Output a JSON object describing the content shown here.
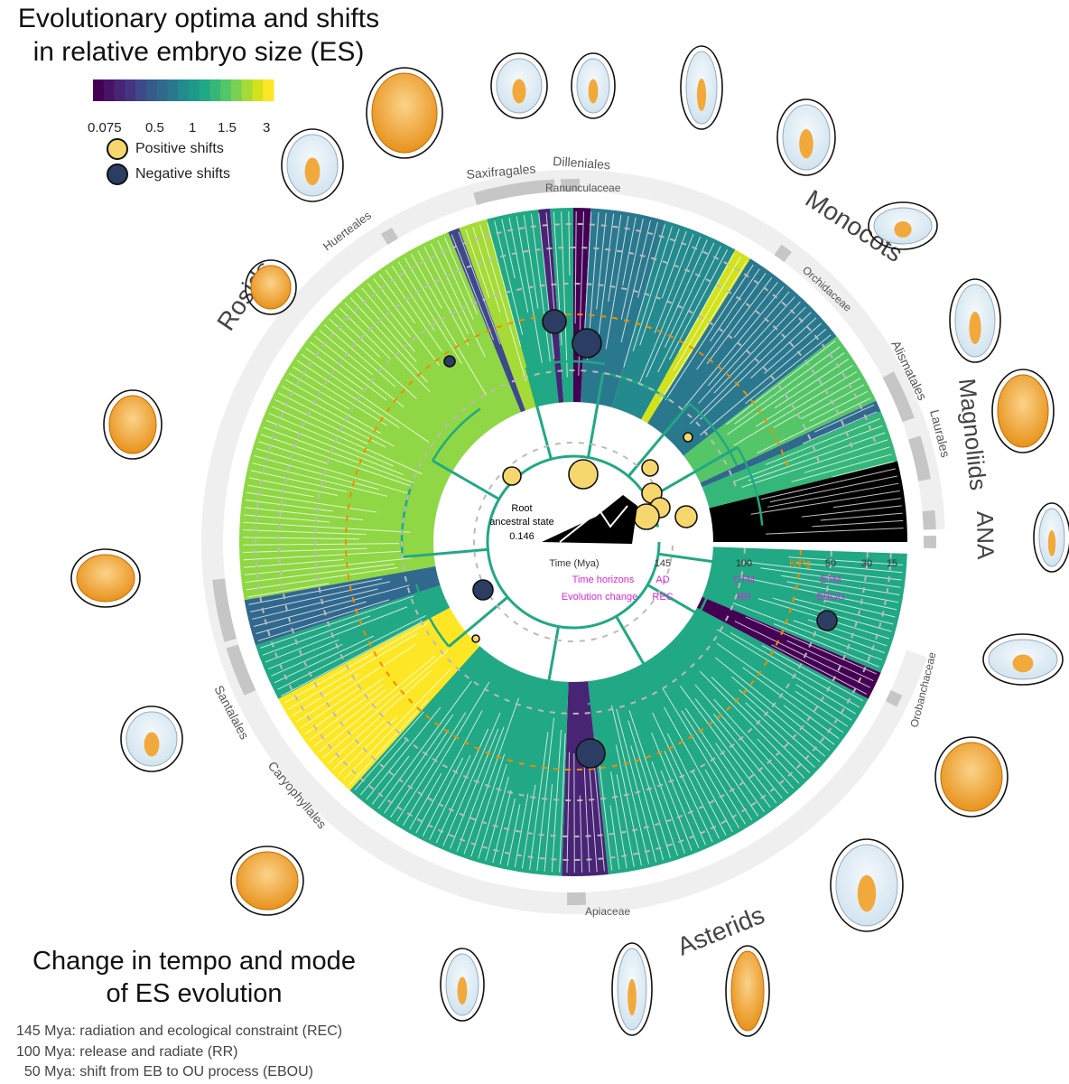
{
  "title_line1": "Evolutionary optima and shifts",
  "title_line2": "in relative embryo size (ES)",
  "colorbar": {
    "ticks": [
      "0.075",
      "0.5",
      "1",
      "1.5",
      "3"
    ],
    "colors": [
      "#440154",
      "#471365",
      "#482475",
      "#453581",
      "#3e4989",
      "#375a8c",
      "#31688e",
      "#2a788e",
      "#238a8d",
      "#1f9a8a",
      "#21a884",
      "#35b779",
      "#55c667",
      "#7ad151",
      "#a5db36",
      "#d2e21b",
      "#fde725"
    ]
  },
  "legend": {
    "positive": {
      "label": "Positive shifts",
      "color": "#f5d76e"
    },
    "negative": {
      "label": "Negative shifts",
      "color": "#2b3d63"
    }
  },
  "clade_labels": {
    "monocots": "Monocots",
    "rosids": "Rosids",
    "asterids": "Asterids",
    "magnoliids": "Magnoliids",
    "ana": "ANA"
  },
  "order_labels": {
    "saxifragales": "Saxifragales",
    "dilleniales": "Dilleniales",
    "ranunculaceae": "Ranunculaceae",
    "huerteales": "Huerteales",
    "orchidaceae": "Orchidaceae",
    "alismatales": "Alismatales",
    "laurales": "Laurales",
    "orobanchaceae": "Orobanchaceae",
    "santalales": "Santalales",
    "caryophyllales": "Caryophyllales",
    "apiaceae": "Apiaceae"
  },
  "root": {
    "line1": "Root",
    "line2": "ancestral state",
    "value": "0.146"
  },
  "time_axis": {
    "label": "Time (Mya)",
    "ticks": [
      "145",
      "100",
      "K/Pg",
      "50",
      "30",
      "15"
    ],
    "horizons_label": "Time horizons",
    "horizons": [
      "AD",
      "CTM",
      "ETM"
    ],
    "change_label": "Evolution change",
    "changes": [
      "REC",
      "RR",
      "EBOU"
    ]
  },
  "colors": {
    "magenta": "#d926d9",
    "orange": "#f28c00",
    "gray_ring": "#efefef",
    "bar_gray": "#c6c6c6"
  },
  "bottom_title_line1": "Change in tempo and mode",
  "bottom_title_line2": "of ES evolution",
  "notes": [
    "145 Mya: radiation and ecological constraint (REC)",
    "100 Mya: release and radiate (RR)",
    "  50 Mya: shift from EB to OU process (EBOU)"
  ]
}
